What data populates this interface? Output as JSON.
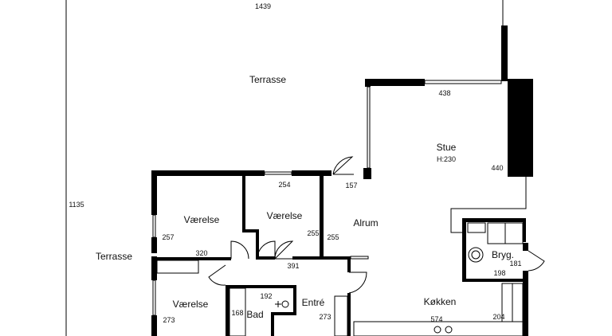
{
  "rooms": {
    "terrace_top": "Terrasse",
    "terrace_left": "Terrasse",
    "stue": "Stue",
    "stue_height": "H:230",
    "alrum": "Alrum",
    "vaerelse_1": "Værelse",
    "vaerelse_2": "Værelse",
    "vaerelse_3": "Værelse",
    "bryggers": "Bryg.",
    "entre": "Entré",
    "bad": "Bad",
    "kokken": "Køkken"
  },
  "dimensions": {
    "terrace_width": "1439",
    "terrace_depth": "1135",
    "stue_width": "438",
    "stue_depth": "440",
    "alrum_width": "157",
    "room1_width": "254",
    "room1_depth": "255",
    "alrum_depth": "255",
    "room2_depth": "257",
    "room2_width": "320",
    "corridor_width": "391",
    "bath_width": "192",
    "bath_depth": "168",
    "entre_depth": "273",
    "room3_depth": "273",
    "kitchen_width": "574",
    "kitchen_depth": "204",
    "bryg_depth": "181",
    "bryg_width": "198"
  }
}
